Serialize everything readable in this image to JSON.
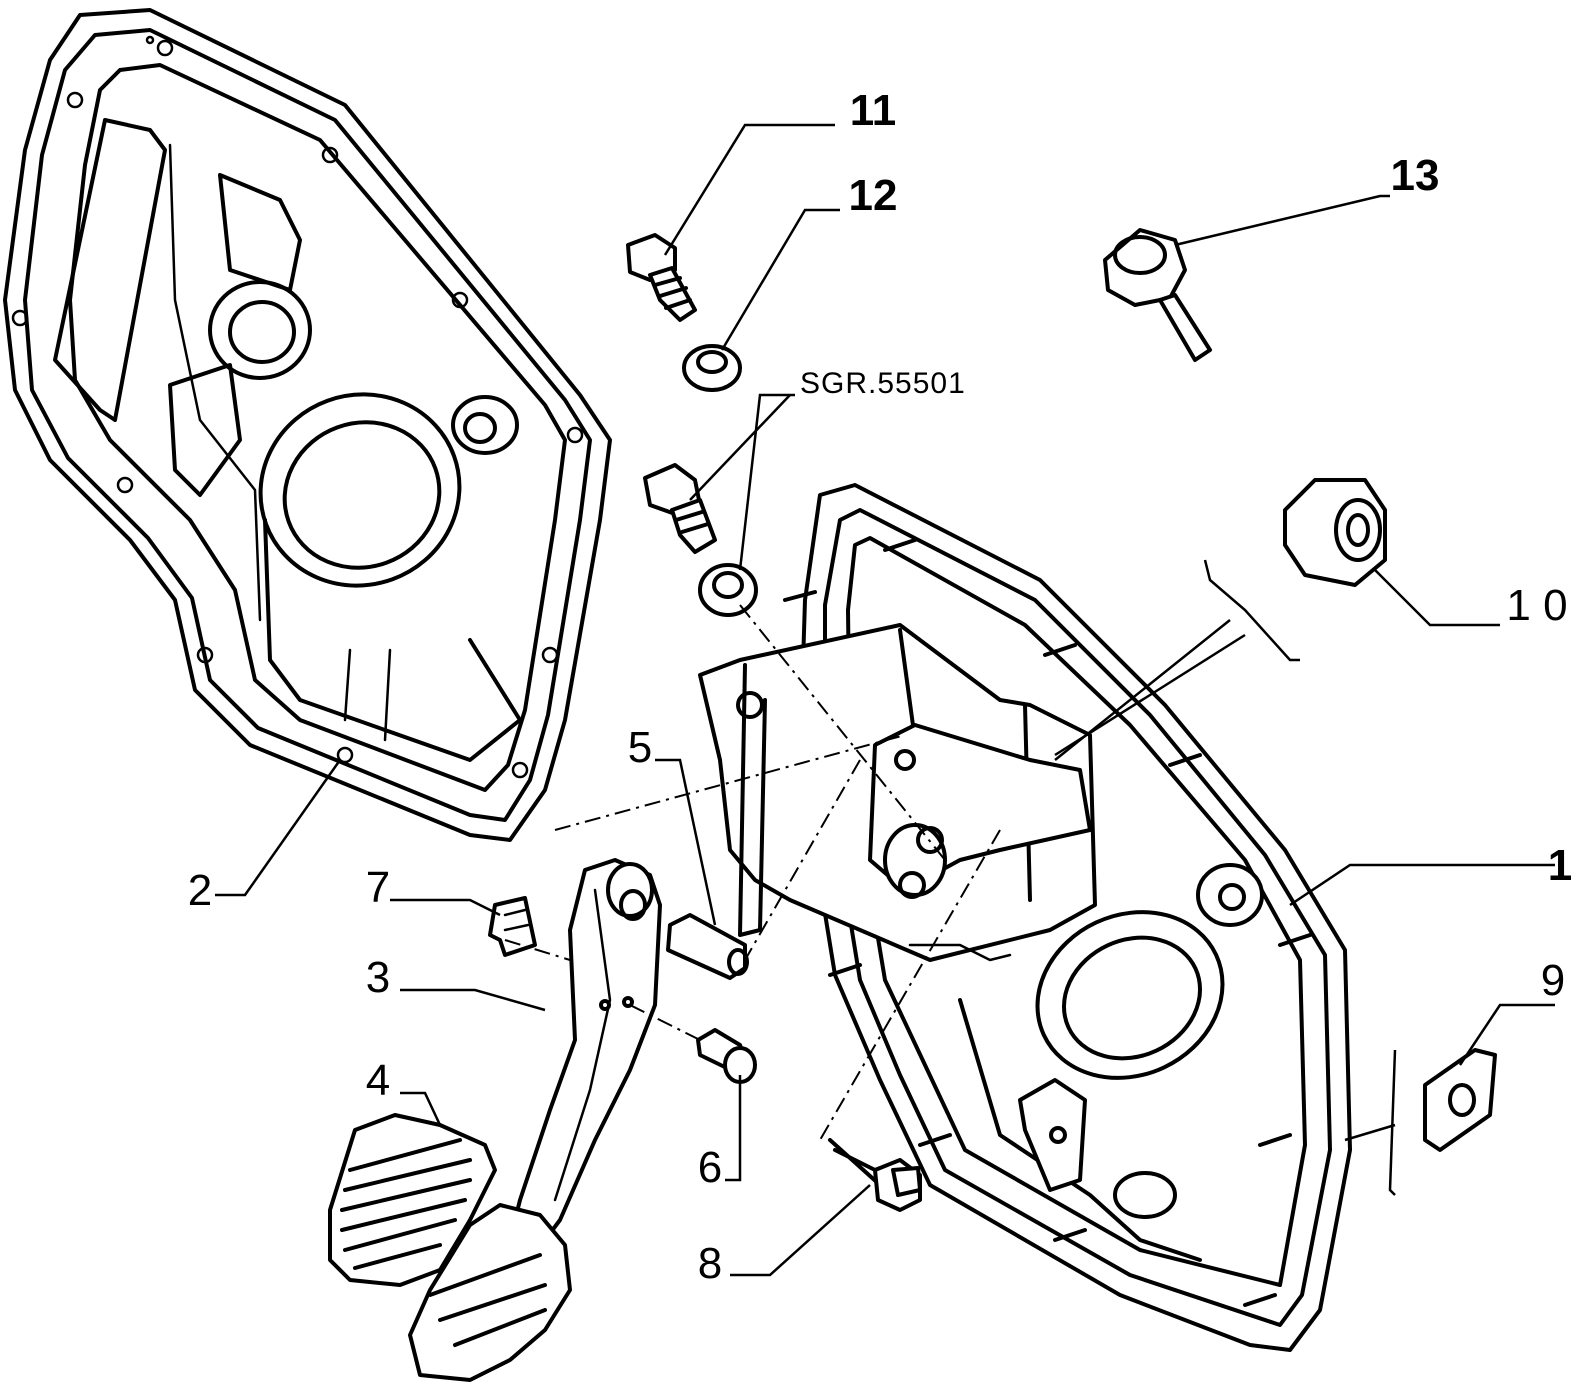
{
  "callouts": {
    "c1": "1",
    "c2": "2",
    "c3": "3",
    "c4": "4",
    "c5": "5",
    "c6": "6",
    "c7": "7",
    "c8": "8",
    "c9": "9",
    "c10": "1 0",
    "c11": "11",
    "c12": "12",
    "c13": "13"
  },
  "reference": "SGR.55501"
}
